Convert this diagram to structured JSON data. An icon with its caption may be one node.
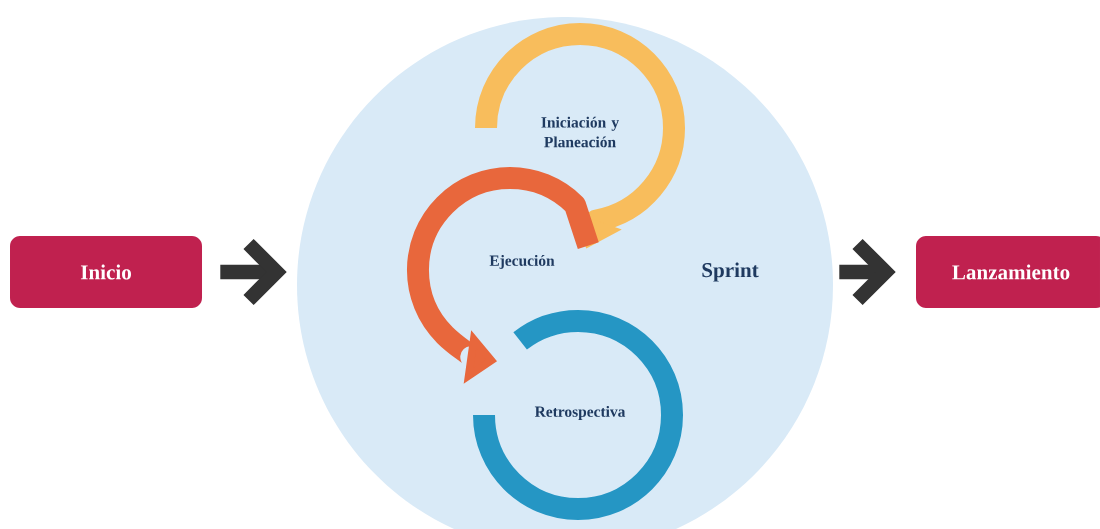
{
  "diagram": {
    "nodes": [
      {
        "text": [
          "Inicio"
        ]
      },
      {
        "text": [
          "Sprint"
        ]
      },
      {
        "text": [
          "Iniciación y Planeación"
        ],
        "in": 1
      },
      {
        "text": [
          "Ejecución"
        ],
        "in": 1
      },
      {
        "text": [
          "Retrospectiva"
        ],
        "in": 1
      },
      {
        "text": [
          "Lanzamiento"
        ]
      }
    ],
    "edges": [
      {
        "from": 0,
        "to": 1,
        "arrow": "to",
        "color": "#333333"
      },
      {
        "from": 1,
        "to": 5,
        "arrow": "to",
        "color": "#333333"
      },
      {
        "from": 2,
        "to": 3,
        "arrow": "to",
        "color": "#f8bd5c"
      },
      {
        "from": 3,
        "to": 4,
        "arrow": "to",
        "color": "#e8673c"
      },
      {
        "from": 4,
        "to": 4,
        "arrow": "none",
        "color": "#2596c4"
      }
    ]
  }
}
